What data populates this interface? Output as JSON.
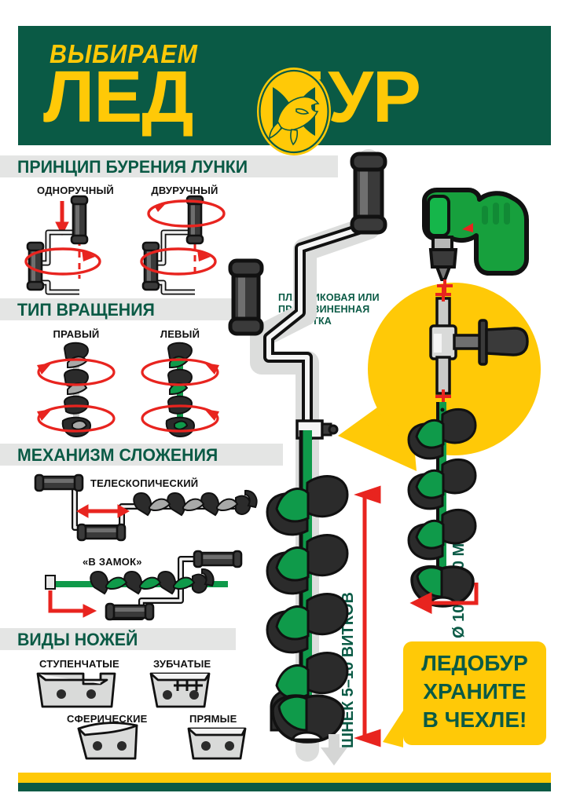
{
  "header": {
    "subtitle": "ВЫБИРАЕМ",
    "main_left": "ЛЕД",
    "main_right": "БУР",
    "logo_name": "fish-logo",
    "bg_color": "#0a5a45",
    "text_color": "#FFC907"
  },
  "colors": {
    "green": "#0a5a45",
    "yellow": "#FFC907",
    "band_gray": "#e4e5e4",
    "red": "#e8241f",
    "auger_green": "#0f9a4a",
    "dark": "#2b2b2b",
    "steel": "#cfd0cf"
  },
  "sections": [
    {
      "id": "drilling-principle",
      "title": "ПРИНЦИП БУРЕНИЯ ЛУНКИ",
      "items": [
        {
          "label": "ОДНОРУЧНЫЙ"
        },
        {
          "label": "ДВУРУЧНЫЙ"
        }
      ]
    },
    {
      "id": "rotation-type",
      "title": "ТИП ВРАЩЕНИЯ",
      "items": [
        {
          "label": "ПРАВЫЙ"
        },
        {
          "label": "ЛЕВЫЙ"
        }
      ]
    },
    {
      "id": "folding-mechanism",
      "title": "МЕХАНИЗМ СЛОЖЕНИЯ",
      "items": [
        {
          "label": "ТЕЛЕСКОПИЧЕСКИЙ"
        },
        {
          "label": "«В ЗАМОК»"
        }
      ]
    },
    {
      "id": "blade-types",
      "title": "ВИДЫ НОЖЕЙ",
      "items": [
        {
          "label": "СТУПЕНЧАТЫЕ"
        },
        {
          "label": "ЗУБЧАТЫЕ"
        },
        {
          "label": "СФЕРИЧЕСКИЕ"
        },
        {
          "label": "ПРЯМЫЕ"
        }
      ]
    }
  ],
  "annotations": {
    "handle_note": "ПЛАСТИКОВАЯ ИЛИ\nПРОРЕЗИНЕННАЯ\nРУКОЯТКА",
    "auger_turns": "ШНЕК 5–10 ВИТКОВ",
    "diameter": "Ø 100–180 ММ"
  },
  "callout": {
    "line1": "ЛЕДОБУР",
    "line2": "ХРАНИТЕ",
    "line3": "В ЧЕХЛЕ!"
  },
  "icons": {
    "drill": "power-drill-icon",
    "adapter": "drill-adapter-icon",
    "auger_main": "main-auger-icon",
    "auger_small": "small-auger-icon"
  }
}
